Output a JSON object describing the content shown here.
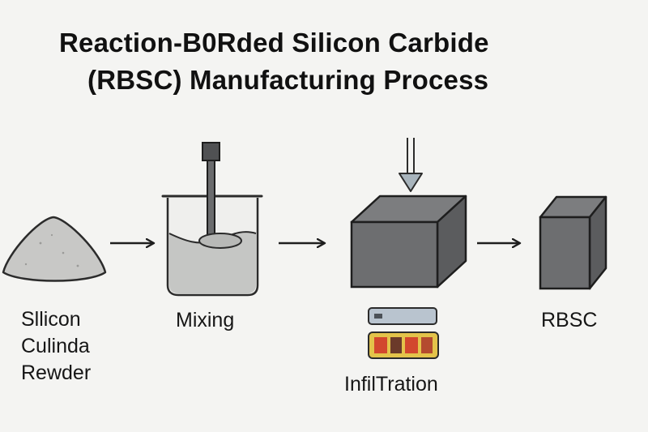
{
  "title": {
    "line1": "Reaction-B0Rded Silicon Carbide",
    "line2": "(RBSC) Manufacturing Process"
  },
  "steps": [
    {
      "id": "powder",
      "label_lines": [
        "Sllicon",
        "Culinda",
        "Rewder"
      ],
      "icon": "powder-pile-icon"
    },
    {
      "id": "mixing",
      "label_lines": [
        "Mixing"
      ],
      "icon": "beaker-mixer-icon"
    },
    {
      "id": "infiltration",
      "label_lines": [
        "InfilTration"
      ],
      "icon": "block-press-icon"
    },
    {
      "id": "rbsc",
      "label_lines": [
        "RBSC"
      ],
      "icon": "rbsc-block-icon"
    }
  ],
  "colors": {
    "background": "#f4f4f2",
    "block": "#6d6e70",
    "block_side": "#5b5c5e",
    "block_top": "#7c7d7f",
    "powder": "#c8c8c6",
    "mixture": "#c5c6c4",
    "outline": "#2b2b2b",
    "press_arrow": "#a8b4bc",
    "heater_red": "#d2472e",
    "heater_yellow": "#e3c34a"
  }
}
